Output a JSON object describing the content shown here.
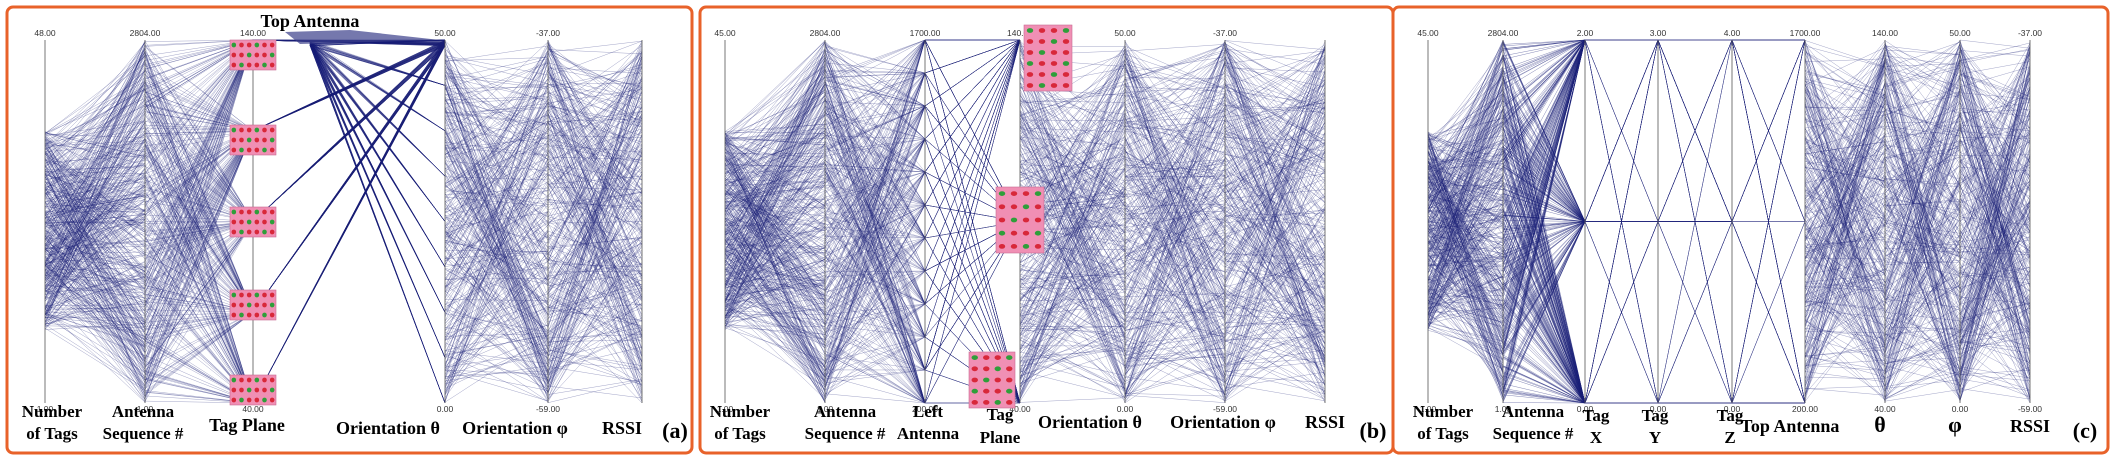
{
  "chart_data": [
    {
      "type": "parallel-coordinates",
      "panel_label": "(a)",
      "colors": {
        "lines": "#1a1f78",
        "border": "#e8622a",
        "tag_plate": "#f08fb4",
        "tag_dot_green": "#2f9e3a",
        "tag_dot_red": "#d8283a"
      },
      "axes": [
        {
          "title": "Number of Tags",
          "max": "48.00",
          "min": "1.00"
        },
        {
          "title": "Antenna Sequence #",
          "max": "2804.00",
          "min": "1.00"
        },
        {
          "title": "Tag Plane",
          "max": "",
          "min": ""
        },
        {
          "title": "Top Antenna",
          "max": "",
          "min": ""
        },
        {
          "title": "Orientation θ",
          "max": "140.00",
          "min": "40.00"
        },
        {
          "title": "Orientation φ",
          "max": "50.00",
          "min": "0.00"
        },
        {
          "title": "RSSI",
          "max": "-37.00",
          "min": "-59.00"
        }
      ]
    },
    {
      "type": "parallel-coordinates",
      "panel_label": "(b)",
      "axes": [
        {
          "title": "Number of Tags",
          "max": "45.00",
          "min": "1.00"
        },
        {
          "title": "Antenna Sequence #",
          "max": "2804.00",
          "min": "1.00"
        },
        {
          "title": "Left Antenna",
          "max": "1700.00",
          "min": "200.00"
        },
        {
          "title": "Tag Plane",
          "max": "",
          "min": ""
        },
        {
          "title": "Orientation θ",
          "max": "140.00",
          "min": "40.00"
        },
        {
          "title": "Orientation φ",
          "max": "50.00",
          "min": "0.00"
        },
        {
          "title": "RSSI",
          "max": "-37.00",
          "min": "-59.00"
        }
      ]
    },
    {
      "type": "parallel-coordinates",
      "panel_label": "(c)",
      "axes": [
        {
          "title": "Number of Tags",
          "max": "45.00",
          "min": "1.00"
        },
        {
          "title": "Antenna Sequence #",
          "max": "2804.00",
          "min": "1.00"
        },
        {
          "title": "Tag X",
          "max": "2.00",
          "min": "0.00"
        },
        {
          "title": "Tag Y",
          "max": "3.00",
          "min": "0.00"
        },
        {
          "title": "Tag Z",
          "max": "4.00",
          "min": "0.00"
        },
        {
          "title": "Top Antenna",
          "max": "1700.00",
          "min": "200.00"
        },
        {
          "title": "θ",
          "max": "140.00",
          "min": "40.00"
        },
        {
          "title": "φ",
          "max": "50.00",
          "min": "0.00"
        },
        {
          "title": "RSSI",
          "max": "-37.00",
          "min": "-59.00"
        }
      ]
    }
  ]
}
